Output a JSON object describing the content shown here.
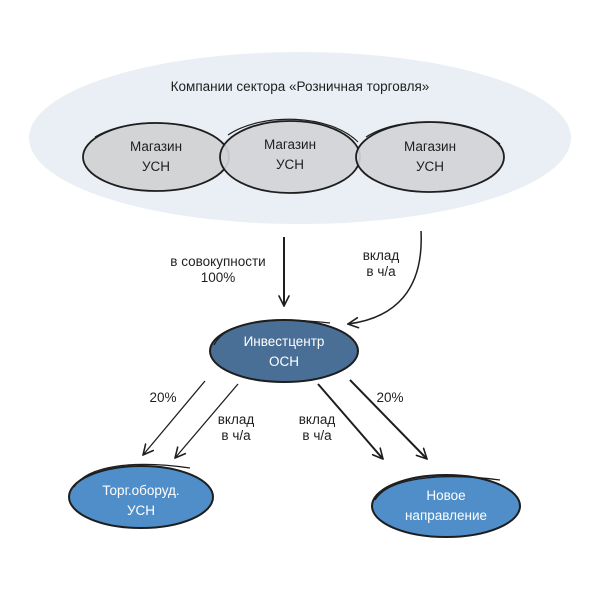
{
  "group": {
    "title": "Компании сектора «Розничная торговля»"
  },
  "stores": [
    {
      "line1": "Магазин",
      "line2": "УСН"
    },
    {
      "line1": "Магазин",
      "line2": "УСН"
    },
    {
      "line1": "Магазин",
      "line2": "УСН"
    }
  ],
  "invest_center": {
    "line1": "Инвестцентр",
    "line2": "ОСН"
  },
  "trade_equipment": {
    "line1": "Торг.оборуд.",
    "line2": "УСН"
  },
  "new_direction": {
    "line1": "Новое",
    "line2": "направление"
  },
  "edges": {
    "aggregate": {
      "line1": "в совокупности",
      "line2": "100%"
    },
    "contribution_top": {
      "line1": "вклад",
      "line2": "в ч/а"
    },
    "pct_left": "20%",
    "contribution_left": {
      "line1": "вклад",
      "line2": "в ч/а"
    },
    "contribution_right": {
      "line1": "вклад",
      "line2": "в ч/а"
    },
    "pct_right": "20%"
  },
  "colors": {
    "cloud_fill": "#e9eff4",
    "store_fill": "#d2d4d6",
    "invest_fill": "#4a6f97",
    "leaf_fill": "#4f8ec8",
    "stroke": "#1e1e1e"
  }
}
